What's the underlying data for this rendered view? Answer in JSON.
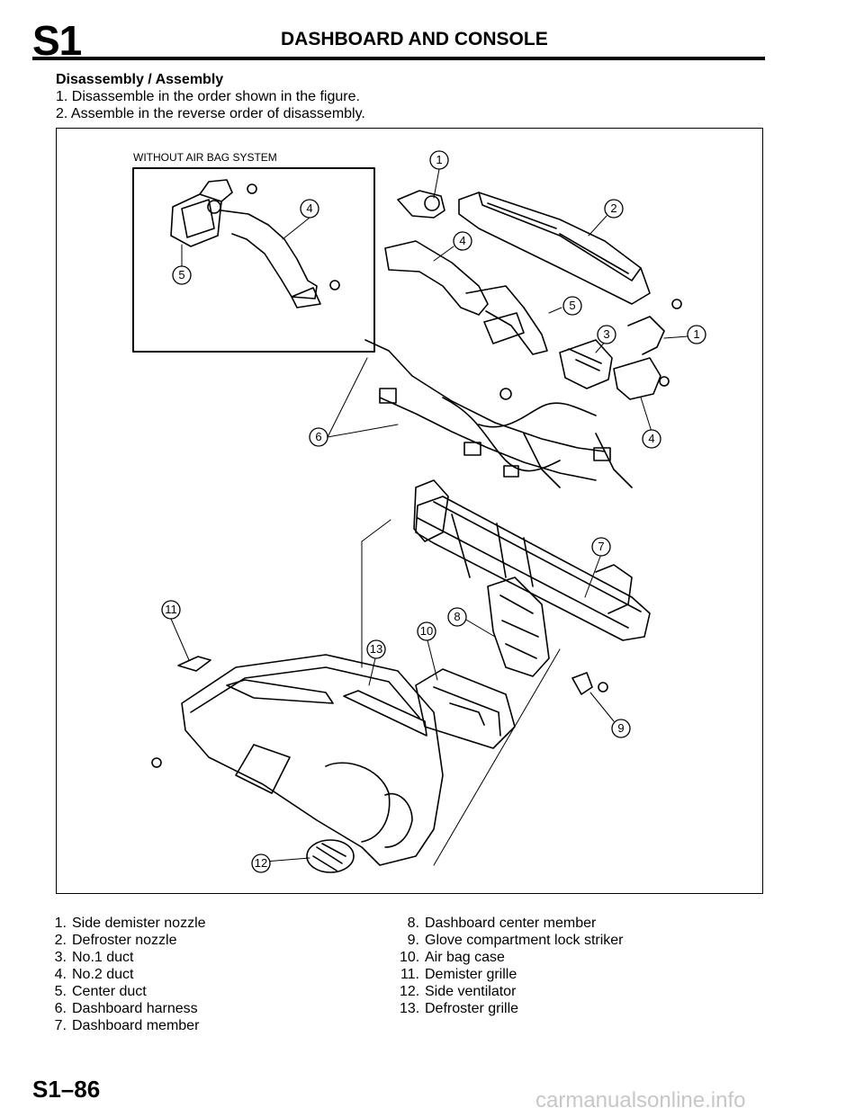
{
  "header": {
    "section_code": "S1",
    "title": "DASHBOARD AND CONSOLE"
  },
  "procedure": {
    "heading": "Disassembly / Assembly",
    "steps": [
      "1. Disassemble in the order shown in the figure.",
      "2. Assemble in the reverse order of disassembly."
    ]
  },
  "figure": {
    "inset_label": "WITHOUT AIR BAG SYSTEM",
    "callouts": [
      "1",
      "2",
      "3",
      "4",
      "5",
      "6",
      "7",
      "8",
      "9",
      "10",
      "11",
      "12",
      "13"
    ]
  },
  "legend": {
    "items": [
      {
        "num": "1.",
        "label": "Side demister nozzle"
      },
      {
        "num": "2.",
        "label": "Defroster nozzle"
      },
      {
        "num": "3.",
        "label": "No.1 duct"
      },
      {
        "num": "4.",
        "label": "No.2 duct"
      },
      {
        "num": "5.",
        "label": "Center duct"
      },
      {
        "num": "6.",
        "label": "Dashboard harness"
      },
      {
        "num": "7.",
        "label": "Dashboard member"
      },
      {
        "num": "8.",
        "label": "Dashboard center member"
      },
      {
        "num": "9.",
        "label": "Glove compartment lock striker"
      },
      {
        "num": "10.",
        "label": "Air bag case"
      },
      {
        "num": "11.",
        "label": "Demister grille"
      },
      {
        "num": "12.",
        "label": "Side ventilator"
      },
      {
        "num": "13.",
        "label": "Defroster grille"
      }
    ]
  },
  "footer": {
    "page_number": "S1–86",
    "watermark": "carmanualsonline.info"
  }
}
